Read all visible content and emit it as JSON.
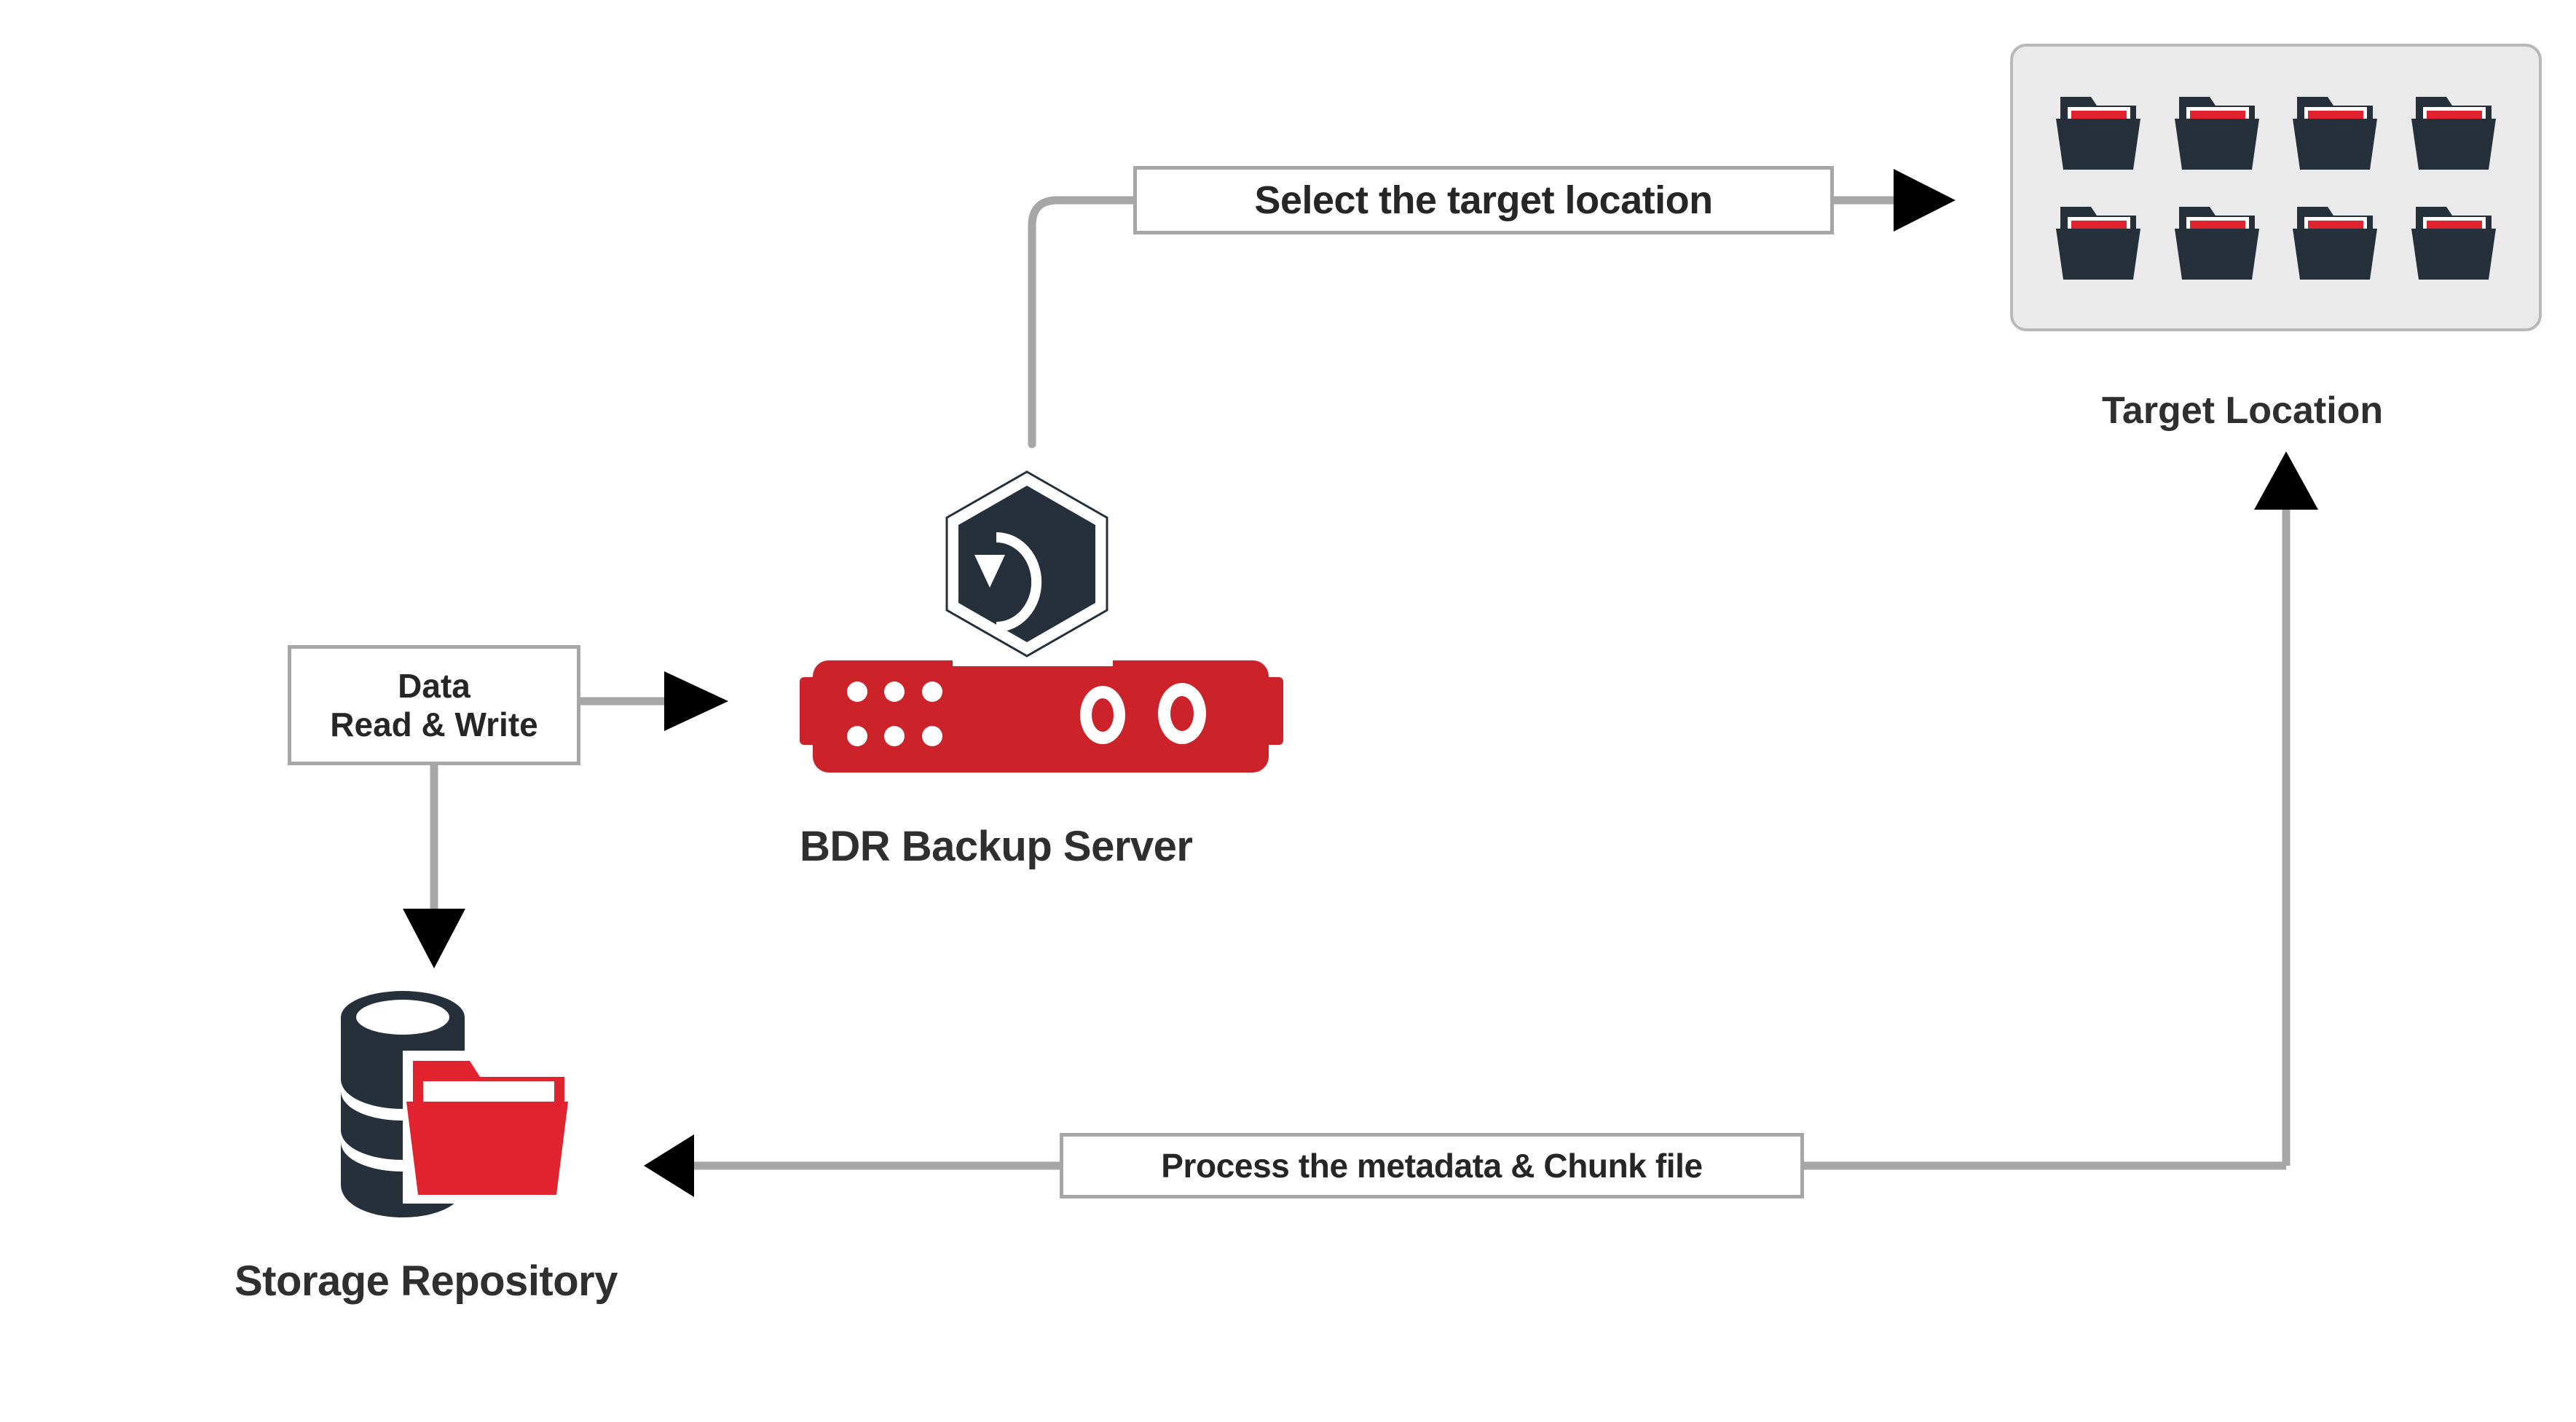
{
  "diagram": {
    "title": "BDR Backup Server data flow",
    "background_color": "#ffffff",
    "colors": {
      "brand_red": "#cc2229",
      "folder_red": "#e0232e",
      "dark_navy": "#26303b",
      "connector_gray": "#a6a6a6",
      "panel_fill": "#eaeaea",
      "panel_border": "#b8b8b8",
      "arrowhead": "#000000",
      "text": "#2f2f2f"
    }
  },
  "nodes": {
    "bdr_server": {
      "caption": "BDR Backup Server",
      "icon": "server-with-restore-badge",
      "badge_icon": "restore-counterclockwise-arrow-hexagon",
      "body_color": "#cc2229",
      "badge_color": "#26303b",
      "vent_dots": 6,
      "drive_bays": 2
    },
    "storage_repository": {
      "caption": "Storage Repository",
      "icon": "database-cylinder-with-folder",
      "cylinder_color": "#26303b",
      "folder_color": "#e0232e",
      "cylinder_bands": 3
    },
    "target_location": {
      "caption": "Target Location",
      "icon": "folder-grid-panel",
      "folder_count": 8,
      "grid_columns": 4,
      "grid_rows": 2,
      "panel_fill": "#eaeaea",
      "folder_color": "#26303b",
      "folder_document_color": "#e0232e"
    }
  },
  "labels": {
    "select_target_location": "Select the target location",
    "data_read_write": "Data\nRead & Write",
    "process_metadata_chunk": "Process the metadata & Chunk file"
  },
  "connectors": [
    {
      "name": "server-to-select-target",
      "from": "bdr_server",
      "to": "select_target_location",
      "style": "rounded-elbow",
      "arrowhead": "none"
    },
    {
      "name": "select-target-to-target-location",
      "from": "select_target_location",
      "to": "target_location",
      "style": "straight",
      "arrowhead": "right"
    },
    {
      "name": "data-read-write-to-server",
      "from": "data_read_write",
      "to": "bdr_server",
      "style": "straight",
      "arrowhead": "right"
    },
    {
      "name": "data-read-write-to-storage",
      "from": "data_read_write",
      "to": "storage_repository",
      "style": "straight",
      "arrowhead": "down"
    },
    {
      "name": "target-location-down-to-process",
      "from": "target_location",
      "to": "process_metadata_chunk",
      "style": "elbow",
      "arrowhead": "up"
    },
    {
      "name": "process-to-storage-repository",
      "from": "process_metadata_chunk",
      "to": "storage_repository",
      "style": "straight",
      "arrowhead": "left"
    }
  ]
}
